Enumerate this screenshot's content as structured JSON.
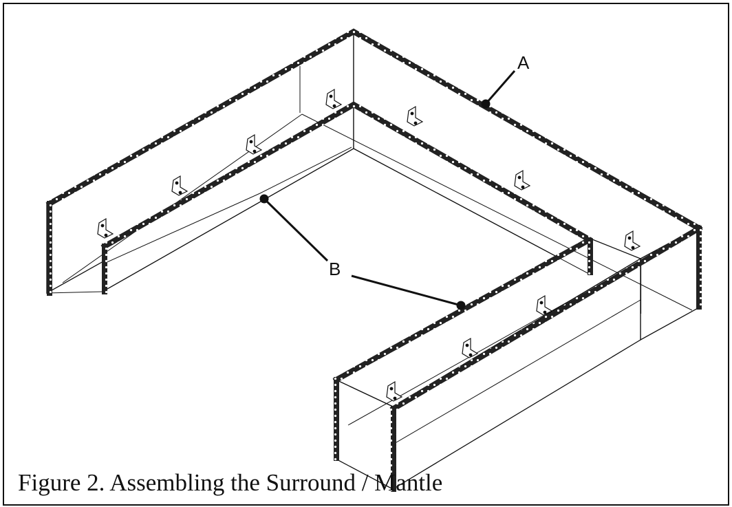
{
  "figure": {
    "caption": "Figure 2. Assembling the Surround / Mantle",
    "callouts": [
      {
        "id": "A",
        "label": "A"
      },
      {
        "id": "B",
        "label": "B"
      }
    ]
  },
  "colors": {
    "line": "#111111",
    "edge_band": "#222222",
    "edge_dots": "#ffffff",
    "background": "#ffffff"
  }
}
